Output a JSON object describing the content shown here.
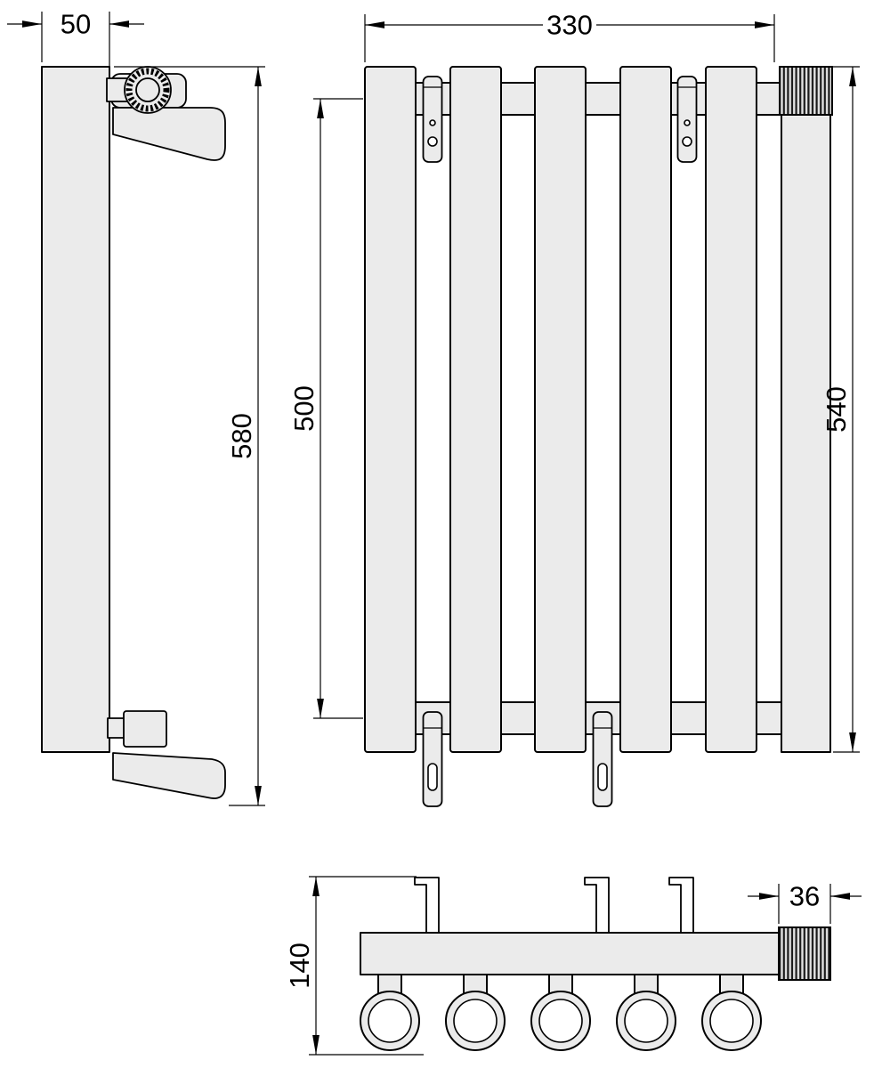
{
  "drawing": {
    "colors": {
      "background": "#ffffff",
      "part_fill": "#ebebeb",
      "outline": "#000000"
    },
    "views": {
      "side": {
        "depth_label": "50",
        "height_label": "580"
      },
      "front": {
        "width_label": "330",
        "tube_axis_height_label": "500",
        "overall_height_label": "540",
        "panel_count": 5
      },
      "top": {
        "depth_label": "140",
        "heating_element_width_label": "36",
        "tube_count": 5
      }
    }
  }
}
